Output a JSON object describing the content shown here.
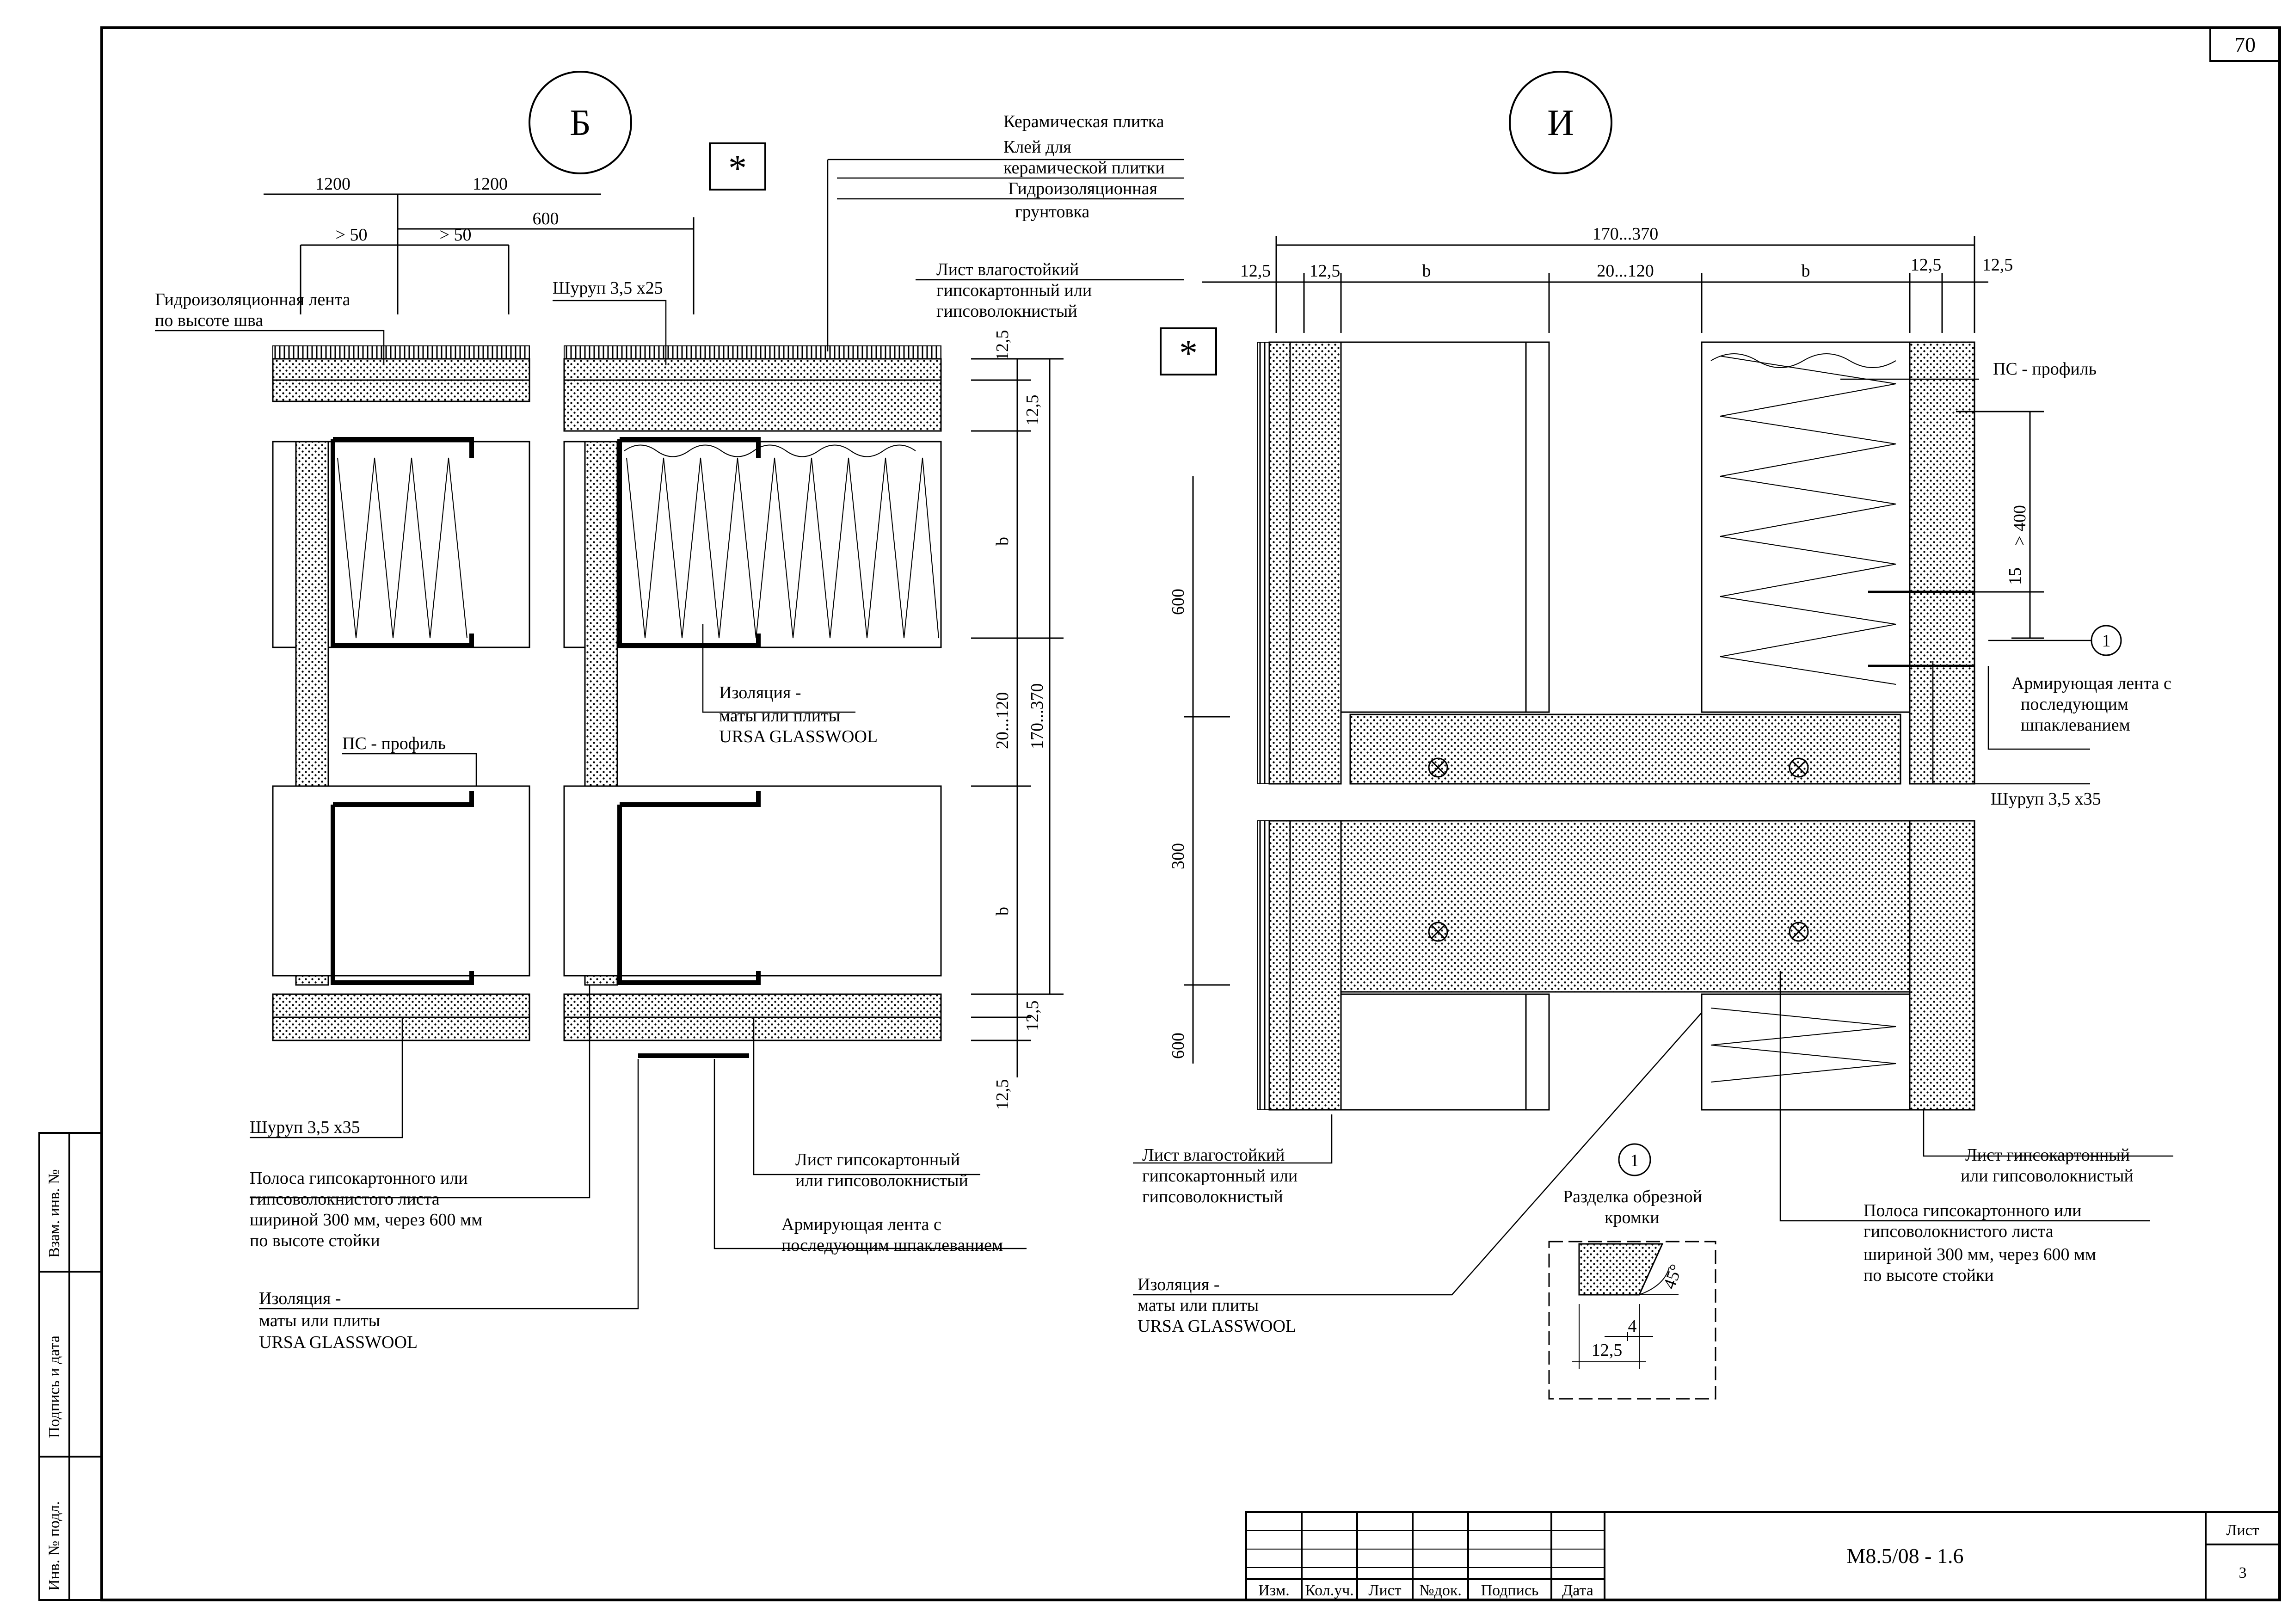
{
  "sheet": {
    "page_number": "70",
    "doc_code": "М8.5/08 - 1.6",
    "sheet_label": "Лист",
    "sheet_number": "3",
    "title_block_headers": [
      "Изм.",
      "Кол.уч.",
      "Лист",
      "№док.",
      "Подпись",
      "Дата"
    ],
    "side_stamps": [
      "Взам. инв. №",
      "Подпись и дата",
      "Инв. № подл."
    ]
  },
  "detail_b": {
    "marker": "Б",
    "note_marker": "*",
    "dims_top": [
      "1200",
      "1200",
      "600",
      "> 50",
      "> 50"
    ],
    "dims_right": [
      "12,5",
      "12,5",
      "b",
      "20...120",
      "170...370",
      "b",
      "12,5",
      "12,5"
    ],
    "labels": {
      "tape_seam_1": "Гидроизоляционная лента",
      "tape_seam_2": "по высоте шва",
      "screw_top": "Шуруп 3,5 х25",
      "ps_profile": "ПС - профиль",
      "screw_bottom": "Шуруп 3,5 х35",
      "ceramic_1": "Керамическая плитка",
      "ceramic_2": "Клей для",
      "ceramic_3": "керамической плитки",
      "ceramic_4": "Гидроизоляционная",
      "ceramic_5": "грунтовка",
      "moisture_1": "Лист влагостойкий",
      "moisture_2": "гипсокартонный  или",
      "moisture_3": "гипсоволокнистый",
      "insul_1": "Изоляция -",
      "insul_2": "маты или плиты",
      "insul_3": "URSA GLASSWOOL",
      "strip_1": "Полоса гипсокартонного или",
      "strip_2": "гипсоволокнистого листа",
      "strip_3": "шириной 300 мм, через 600 мм",
      "strip_4": "по высоте стойки",
      "gk_1": "Лист гипсокартонный",
      "gk_2": "или гипсоволокнистый",
      "tape_1": "Армирующая лента с",
      "tape_2": "последующим шпаклеванием",
      "insul2_1": "Изоляция -",
      "insul2_2": "маты или плиты",
      "insul2_3": "URSA GLASSWOOL"
    }
  },
  "detail_i": {
    "marker": "И",
    "note_marker": "*",
    "dims_top": [
      "170...370",
      "12,5",
      "12,5",
      "b",
      "20...120",
      "b",
      "12,5",
      "12,5"
    ],
    "dims_left": [
      "600",
      "300",
      "600"
    ],
    "dims_right": [
      "> 400",
      "15"
    ],
    "callout": "1",
    "labels": {
      "ps_profile": "ПС - профиль",
      "tape_1": "Армирующая лента с",
      "tape_2": "последующим",
      "tape_3": "шпаклеванием",
      "screw": "Шуруп 3,5 х35",
      "moisture_1": "Лист влагостойкий",
      "moisture_2": "гипсокартонный  или",
      "moisture_3": "гипсоволокнистый",
      "insul_1": "Изоляция -",
      "insul_2": "маты или плиты",
      "insul_3": "URSA GLASSWOOL",
      "gk_1": "Лист гипсокартонный",
      "gk_2": "или гипсоволокнистый",
      "strip_1": "Полоса гипсокартонного или",
      "strip_2": "гипсоволокнистого листа",
      "strip_3": "шириной 300 мм, через 600 мм",
      "strip_4": "по высоте стойки"
    },
    "edge_detail": {
      "callout": "1",
      "title_1": "Разделка обрезной",
      "title_2": "кромки",
      "angle": "45°",
      "dim_small": "4",
      "dim_width": "12,5"
    }
  }
}
